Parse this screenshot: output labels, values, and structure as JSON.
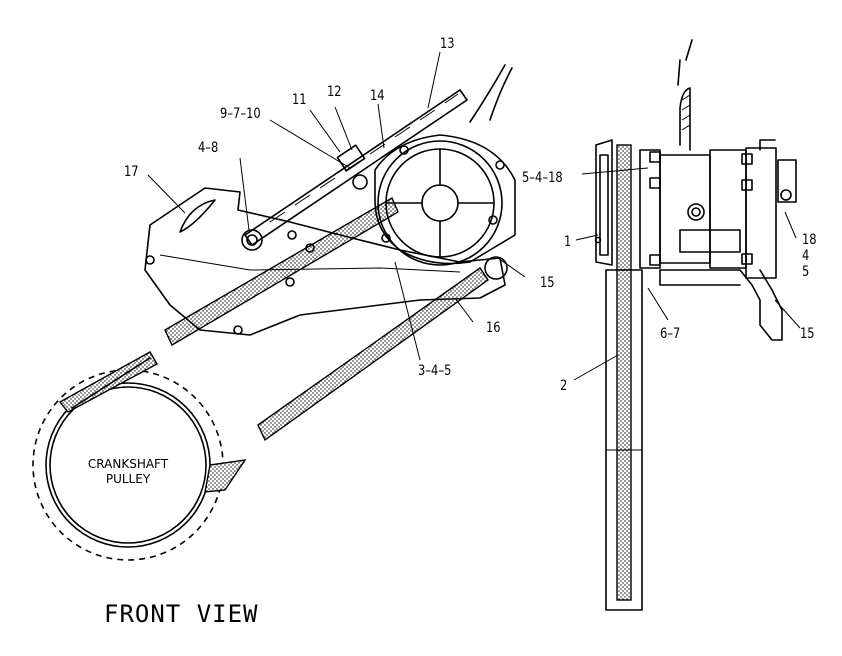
{
  "labels": {
    "l13": "13",
    "l12": "12",
    "l14": "14",
    "l11": "11",
    "l9_7_10": "9–7–10",
    "l4_8": "4–8",
    "l17": "17",
    "l5_4_18": "5–4–18",
    "l1": "1",
    "l15a": "15",
    "l16": "16",
    "l3_4_5": "3–4–5",
    "l6_7": "6–7",
    "l2": "2",
    "l18": "18",
    "l4": "4",
    "l5": "5",
    "l15b": "15"
  },
  "pulley": {
    "line1": "CRANKSHAFT",
    "line2": "PULLEY"
  },
  "view_title": "FRONT  VIEW"
}
